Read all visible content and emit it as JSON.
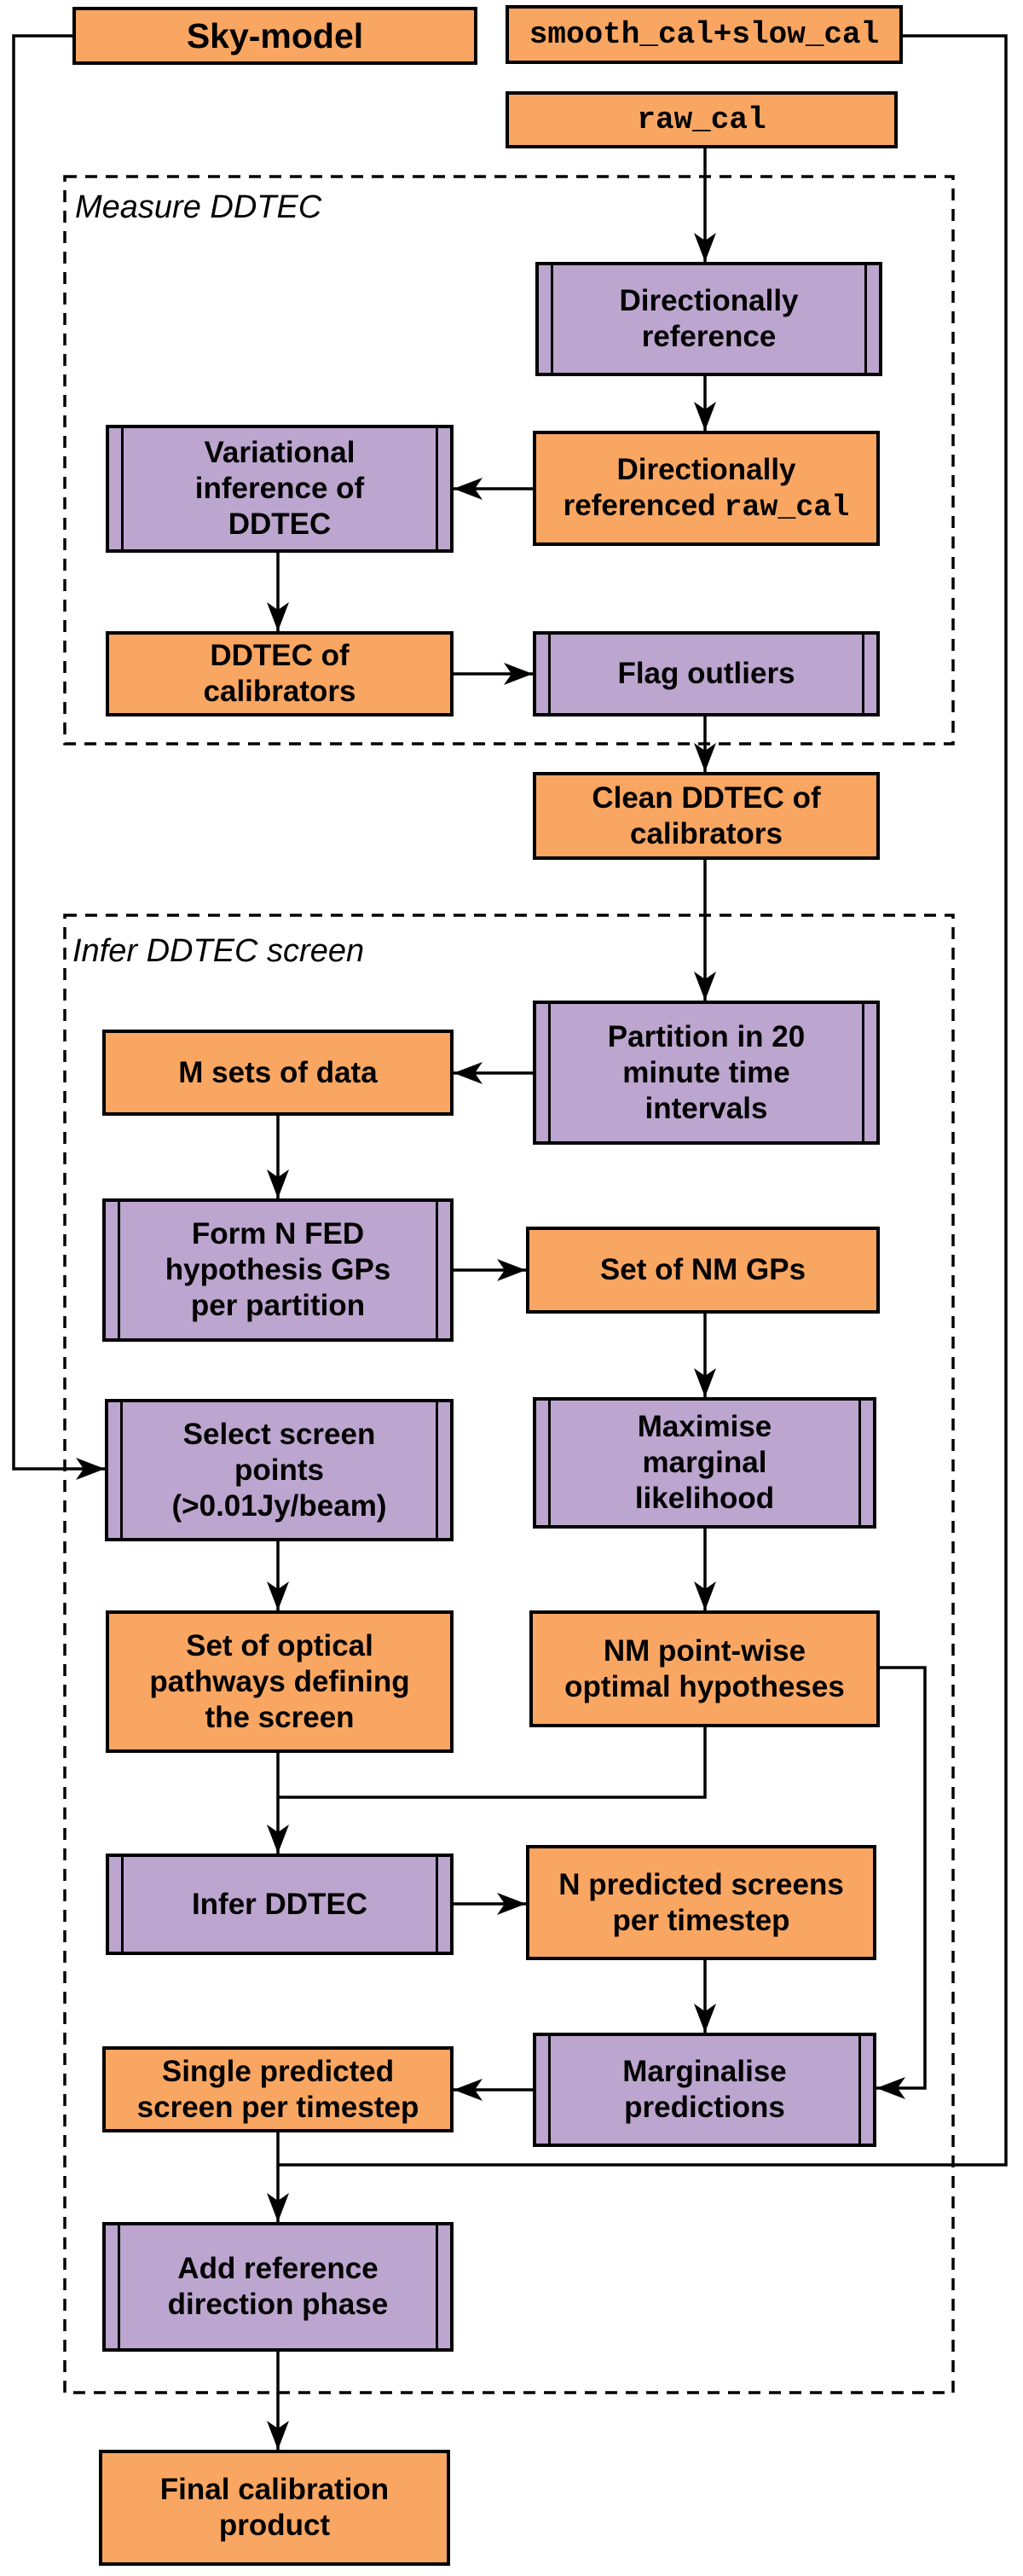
{
  "colors": {
    "data_box": "#F9A662",
    "process_box": "#BCA5CE",
    "line": "#000000",
    "background": "#FFFFFF"
  },
  "sections": {
    "measure_ddtec": {
      "label": "Measure DDTEC"
    },
    "infer_ddtec_screen": {
      "label": "Infer DDTEC screen"
    }
  },
  "nodes": {
    "sky_model": {
      "label": "Sky-model",
      "type": "data"
    },
    "smooth_slow_cal": {
      "label": "smooth_cal+slow_cal",
      "type": "data"
    },
    "raw_cal": {
      "label": "raw_cal",
      "type": "data"
    },
    "directionally_reference": {
      "label": "Directionally\nreference",
      "type": "process"
    },
    "variational_inference": {
      "label": "Variational\ninference of\nDDTEC",
      "type": "process"
    },
    "directionally_referenced_raw_cal": {
      "label_prefix": "Directionally\nreferenced",
      "label_code": "raw_cal",
      "type": "data"
    },
    "ddtec_of_calibrators": {
      "label": "DDTEC of\ncalibrators",
      "type": "data"
    },
    "flag_outliers": {
      "label": "Flag outliers",
      "type": "process"
    },
    "clean_ddtec_of_calibrators": {
      "label": "Clean DDTEC of\ncalibrators",
      "type": "data"
    },
    "partition_time_intervals": {
      "label": "Partition in 20\nminute time\nintervals",
      "type": "process"
    },
    "m_sets_of_data": {
      "label": "M sets of data",
      "type": "data"
    },
    "form_n_fed_gps": {
      "label": "Form N FED\nhypothesis GPs\nper partition",
      "type": "process"
    },
    "set_of_nm_gps": {
      "label": "Set of NM GPs",
      "type": "data"
    },
    "select_screen_points": {
      "label": "Select screen\npoints\n(>0.01Jy/beam)",
      "type": "process"
    },
    "maximise_marginal_likelihood": {
      "label": "Maximise\nmarginal\nlikelihood",
      "type": "process"
    },
    "set_of_optical_pathways": {
      "label": "Set of optical\npathways defining\nthe screen",
      "type": "data"
    },
    "nm_pointwise_hypotheses": {
      "label": "NM point-wise\noptimal hypotheses",
      "type": "data"
    },
    "infer_ddtec": {
      "label": "Infer DDTEC",
      "type": "process"
    },
    "n_predicted_screens": {
      "label": "N predicted screens\nper timestep",
      "type": "data"
    },
    "marginalise_predictions": {
      "label": "Marginalise\npredictions",
      "type": "process"
    },
    "single_predicted_screen": {
      "label": "Single predicted\nscreen per timestep",
      "type": "data"
    },
    "add_reference_direction_phase": {
      "label": "Add reference\ndirection phase",
      "type": "process"
    },
    "final_calibration_product": {
      "label": "Final calibration\nproduct",
      "type": "data"
    }
  }
}
